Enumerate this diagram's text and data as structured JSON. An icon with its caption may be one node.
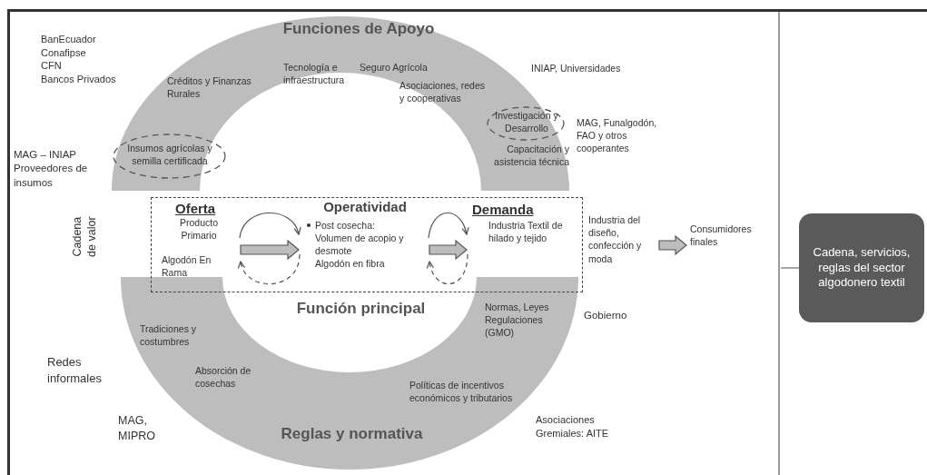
{
  "diagram": {
    "nodes": [
      {
        "text": [
          "Funciones de Apoyo",
          "Créditos y Finanzas Rurales",
          "Tecnología e infraestructura",
          "Seguro Agrícola",
          "Asociaciones, redes y cooperativas",
          "Capacitación y asistencia técnica"
        ]
      },
      {
        "text": [
          "Insumos agrícolas y semilla certificada"
        ],
        "in": 0
      },
      {
        "text": [
          "Investigación y Desarrollo"
        ],
        "in": 0
      },
      {
        "text": [],
        "shape": "box"
      },
      {
        "text": [
          "Oferta",
          "Producto Primario",
          "Algodón En Rama"
        ],
        "in": 3
      },
      {
        "text": [
          "Operatividad",
          "Post cosecha: Volumen de acopio y desmote",
          "Algodón en fibra"
        ],
        "in": 3
      },
      {
        "text": [
          "Demanda",
          "Industria Textil de hilado y tejido"
        ],
        "in": 3
      },
      {
        "text": [
          "Tradiciones y costumbres",
          "Normas, Leyes Regulaciones (GMO)",
          "Absorción de cosechas",
          "Políticas de incentivos económicos y tributarios",
          "Reglas y normativa"
        ]
      },
      {
        "text": [
          "Industria del diseño, confección y moda"
        ]
      },
      {
        "text": [
          "Consumidores finales"
        ]
      },
      {
        "text": [
          "Cadena, servicios, reglas del sector algodonero textil"
        ]
      }
    ],
    "edges": [
      {
        "from": 4,
        "to": 5,
        "arrow": "to",
        "style": "thick"
      },
      {
        "from": 4,
        "to": 5,
        "arrow": "to"
      },
      {
        "from": 5,
        "to": 4,
        "arrow": "to",
        "style": "dashed"
      },
      {
        "from": 5,
        "to": 6,
        "arrow": "to",
        "style": "thick"
      },
      {
        "from": 5,
        "to": 6,
        "arrow": "to"
      },
      {
        "from": 6,
        "to": 5,
        "arrow": "to",
        "style": "dashed"
      },
      {
        "from": 8,
        "to": 9,
        "arrow": "to",
        "style": "thick"
      },
      {
        "from": null,
        "to": 10,
        "arrow": "none"
      }
    ],
    "labels": [
      "BanEcuador",
      "Conafipse",
      "CFN",
      "Bancos Privados",
      "INIAP, Universidades",
      "MAG – INIAP",
      "Proveedores de insumos",
      "Cadena de valor",
      "MAG, Funalgodón, FAO y otros cooperantes",
      "Función principal",
      "Gobierno",
      "Redes informales",
      "MAG, MIPRO",
      "Asociaciones Gremiales: AITE"
    ]
  }
}
